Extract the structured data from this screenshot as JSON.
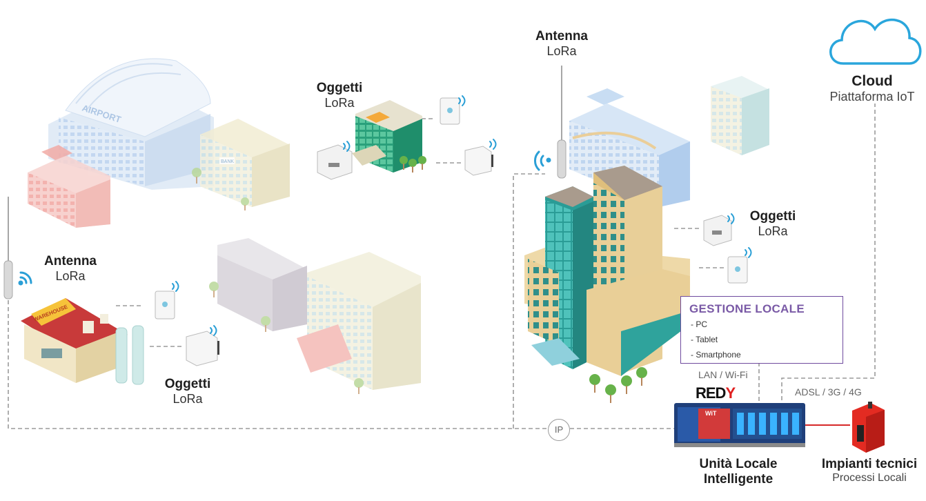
{
  "labels": {
    "antenna_top": {
      "title": "Antenna",
      "sub": "LoRa"
    },
    "antenna_left": {
      "title": "Antenna",
      "sub": "LoRa"
    },
    "objects_top": {
      "title": "Oggetti",
      "sub": "LoRa"
    },
    "objects_right": {
      "title": "Oggetti",
      "sub": "LoRa"
    },
    "objects_left": {
      "title": "Oggetti",
      "sub": "LoRa"
    },
    "cloud": {
      "title": "Cloud",
      "sub": "Piattaforma IoT"
    },
    "unit": {
      "line1": "Unità Locale",
      "line2": "Intelligente"
    },
    "impianti": {
      "title": "Impianti tecnici",
      "sub": "Processi Locali"
    }
  },
  "gestione": {
    "title": "GESTIONE LOCALE",
    "items": [
      "- PC",
      "- Tablet",
      "- Smartphone"
    ]
  },
  "connections": {
    "lan": "LAN / Wi-Fi",
    "adsl": "ADSL / 3G / 4G",
    "ip": "IP"
  },
  "brand": {
    "logo_main": "RED",
    "logo_accent": "Y",
    "device_logo": "WiT"
  },
  "signs": {
    "airport": "AIRPORT",
    "bank": "BANK",
    "warehouse": "WAREHOUSE"
  },
  "colors": {
    "cloud": "#2aa6dc",
    "wifi": "#2a9fd6",
    "dashed": "#9a9a9a",
    "purple": "#7a5aa6",
    "red": "#e02020",
    "teal": "#3aa9a0",
    "tan": "#e8c98f"
  }
}
